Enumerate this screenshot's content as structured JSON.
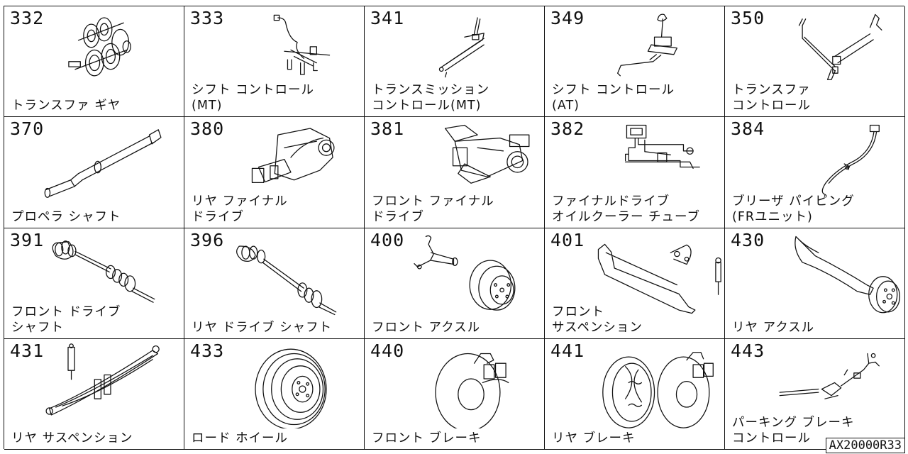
{
  "cells": [
    {
      "num": "332",
      "lines": [
        "トランスファ ギヤ"
      ],
      "icon": "gears-icon"
    },
    {
      "num": "333",
      "lines": [
        "シフト コントロール",
        "(MT)"
      ],
      "icon": "shift-linkage-icon"
    },
    {
      "num": "341",
      "lines": [
        "トランスミッション",
        "コントロール(MT)"
      ],
      "icon": "shift-rod-icon"
    },
    {
      "num": "349",
      "lines": [
        "シフト コントロール",
        "(AT)"
      ],
      "icon": "selector-lever-icon"
    },
    {
      "num": "350",
      "lines": [
        "トランスファ",
        "コントロール"
      ],
      "icon": "transfer-fork-icon"
    },
    {
      "num": "370",
      "lines": [
        "プロペラ シャフト"
      ],
      "icon": "propeller-shaft-icon"
    },
    {
      "num": "380",
      "lines": [
        "リヤ ファイナル",
        "ドライブ"
      ],
      "icon": "rear-differential-icon"
    },
    {
      "num": "381",
      "lines": [
        "フロント ファイナル",
        "ドライブ"
      ],
      "icon": "front-differential-icon"
    },
    {
      "num": "382",
      "lines": [
        "ファイナルドライブ",
        "オイルクーラー チューブ"
      ],
      "icon": "oil-cooler-tube-icon"
    },
    {
      "num": "384",
      "lines": [
        "ブリーザ パイピング",
        "(FRユニット)"
      ],
      "icon": "breather-pipe-icon"
    },
    {
      "num": "391",
      "lines": [
        "フロント ドライブ",
        "シャフト"
      ],
      "icon": "front-drive-shaft-icon"
    },
    {
      "num": "396",
      "lines": [
        "リヤ ドライブ シャフト"
      ],
      "icon": "rear-drive-shaft-icon"
    },
    {
      "num": "400",
      "lines": [
        "フロント アクスル"
      ],
      "icon": "front-axle-icon"
    },
    {
      "num": "401",
      "lines": [
        "フロント",
        "サスペンション"
      ],
      "icon": "front-suspension-icon"
    },
    {
      "num": "430",
      "lines": [
        "リヤ アクスル"
      ],
      "icon": "rear-axle-icon"
    },
    {
      "num": "431",
      "lines": [
        "リヤ サスペンション"
      ],
      "icon": "leaf-spring-icon"
    },
    {
      "num": "433",
      "lines": [
        "ロード ホイール"
      ],
      "icon": "wheel-icon"
    },
    {
      "num": "440",
      "lines": [
        "フロント ブレーキ"
      ],
      "icon": "front-brake-icon"
    },
    {
      "num": "441",
      "lines": [
        "リヤ ブレーキ"
      ],
      "icon": "drum-brake-icon"
    },
    {
      "num": "443",
      "lines": [
        "パーキング ブレーキ",
        "コントロール"
      ],
      "icon": "parking-brake-icon"
    }
  ],
  "diagram_code": "AX20000R33"
}
